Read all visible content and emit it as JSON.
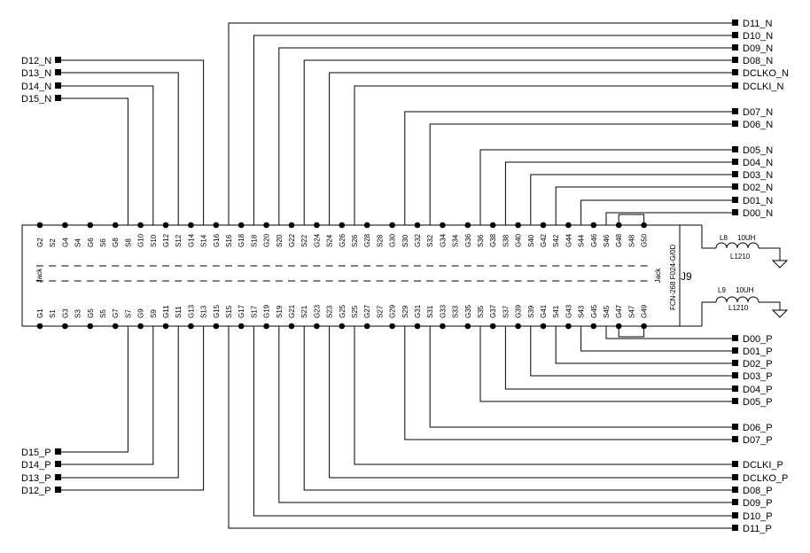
{
  "connector": {
    "ref": "J9",
    "part": "FCN-268 F024-G/0D",
    "jack_left": "Jack",
    "jack_right": "Jack",
    "top_pins": [
      "G2",
      "S2",
      "G4",
      "S4",
      "G6",
      "S6",
      "G8",
      "S8",
      "G10",
      "S10",
      "G12",
      "S12",
      "G14",
      "S14",
      "G16",
      "S16",
      "G18",
      "S18",
      "G20",
      "S20",
      "G22",
      "S22",
      "G24",
      "S24",
      "G26",
      "S26",
      "G28",
      "S28",
      "G30",
      "S30",
      "G32",
      "S32",
      "G34",
      "S34",
      "G36",
      "S36",
      "G38",
      "S38",
      "G40",
      "S40",
      "G42",
      "S42",
      "G44",
      "S44",
      "G46",
      "S46",
      "G48",
      "S48",
      "G50"
    ],
    "bottom_pins": [
      "G1",
      "S1",
      "G3",
      "S3",
      "G5",
      "S5",
      "G7",
      "S7",
      "G9",
      "S9",
      "G11",
      "S11",
      "G13",
      "S13",
      "G15",
      "S15",
      "G17",
      "S17",
      "G19",
      "S19",
      "G21",
      "S21",
      "G23",
      "S23",
      "G25",
      "S25",
      "G27",
      "S27",
      "G29",
      "S29",
      "G31",
      "S31",
      "G33",
      "S33",
      "G35",
      "S35",
      "G37",
      "S37",
      "G39",
      "S39",
      "G41",
      "S41",
      "G43",
      "S43",
      "G45",
      "S45",
      "G47",
      "S47",
      "G49"
    ]
  },
  "inductors": [
    {
      "ref": "L8",
      "value": "10UH",
      "package": "L1210"
    },
    {
      "ref": "L9",
      "value": "10UH",
      "package": "L1210"
    }
  ],
  "nets_right_top": [
    "D11_N",
    "D10_N",
    "D09_N",
    "D08_N",
    "DCLKO_N",
    "DCLKI_N",
    "D07_N",
    "D06_N",
    "D05_N",
    "D04_N",
    "D03_N",
    "D02_N",
    "D01_N",
    "D00_N"
  ],
  "nets_left_top": [
    "D12_N",
    "D13_N",
    "D14_N",
    "D15_N"
  ],
  "nets_right_bottom": [
    "D00_P",
    "D01_P",
    "D02_P",
    "D03_P",
    "D04_P",
    "D05_P",
    "D06_P",
    "D07_P",
    "DCLKI_P",
    "DCLKO_P",
    "D08_P",
    "D09_P",
    "D10_P",
    "D11_P"
  ],
  "nets_left_bottom": [
    "D15_P",
    "D14_P",
    "D13_P",
    "D12_P"
  ]
}
